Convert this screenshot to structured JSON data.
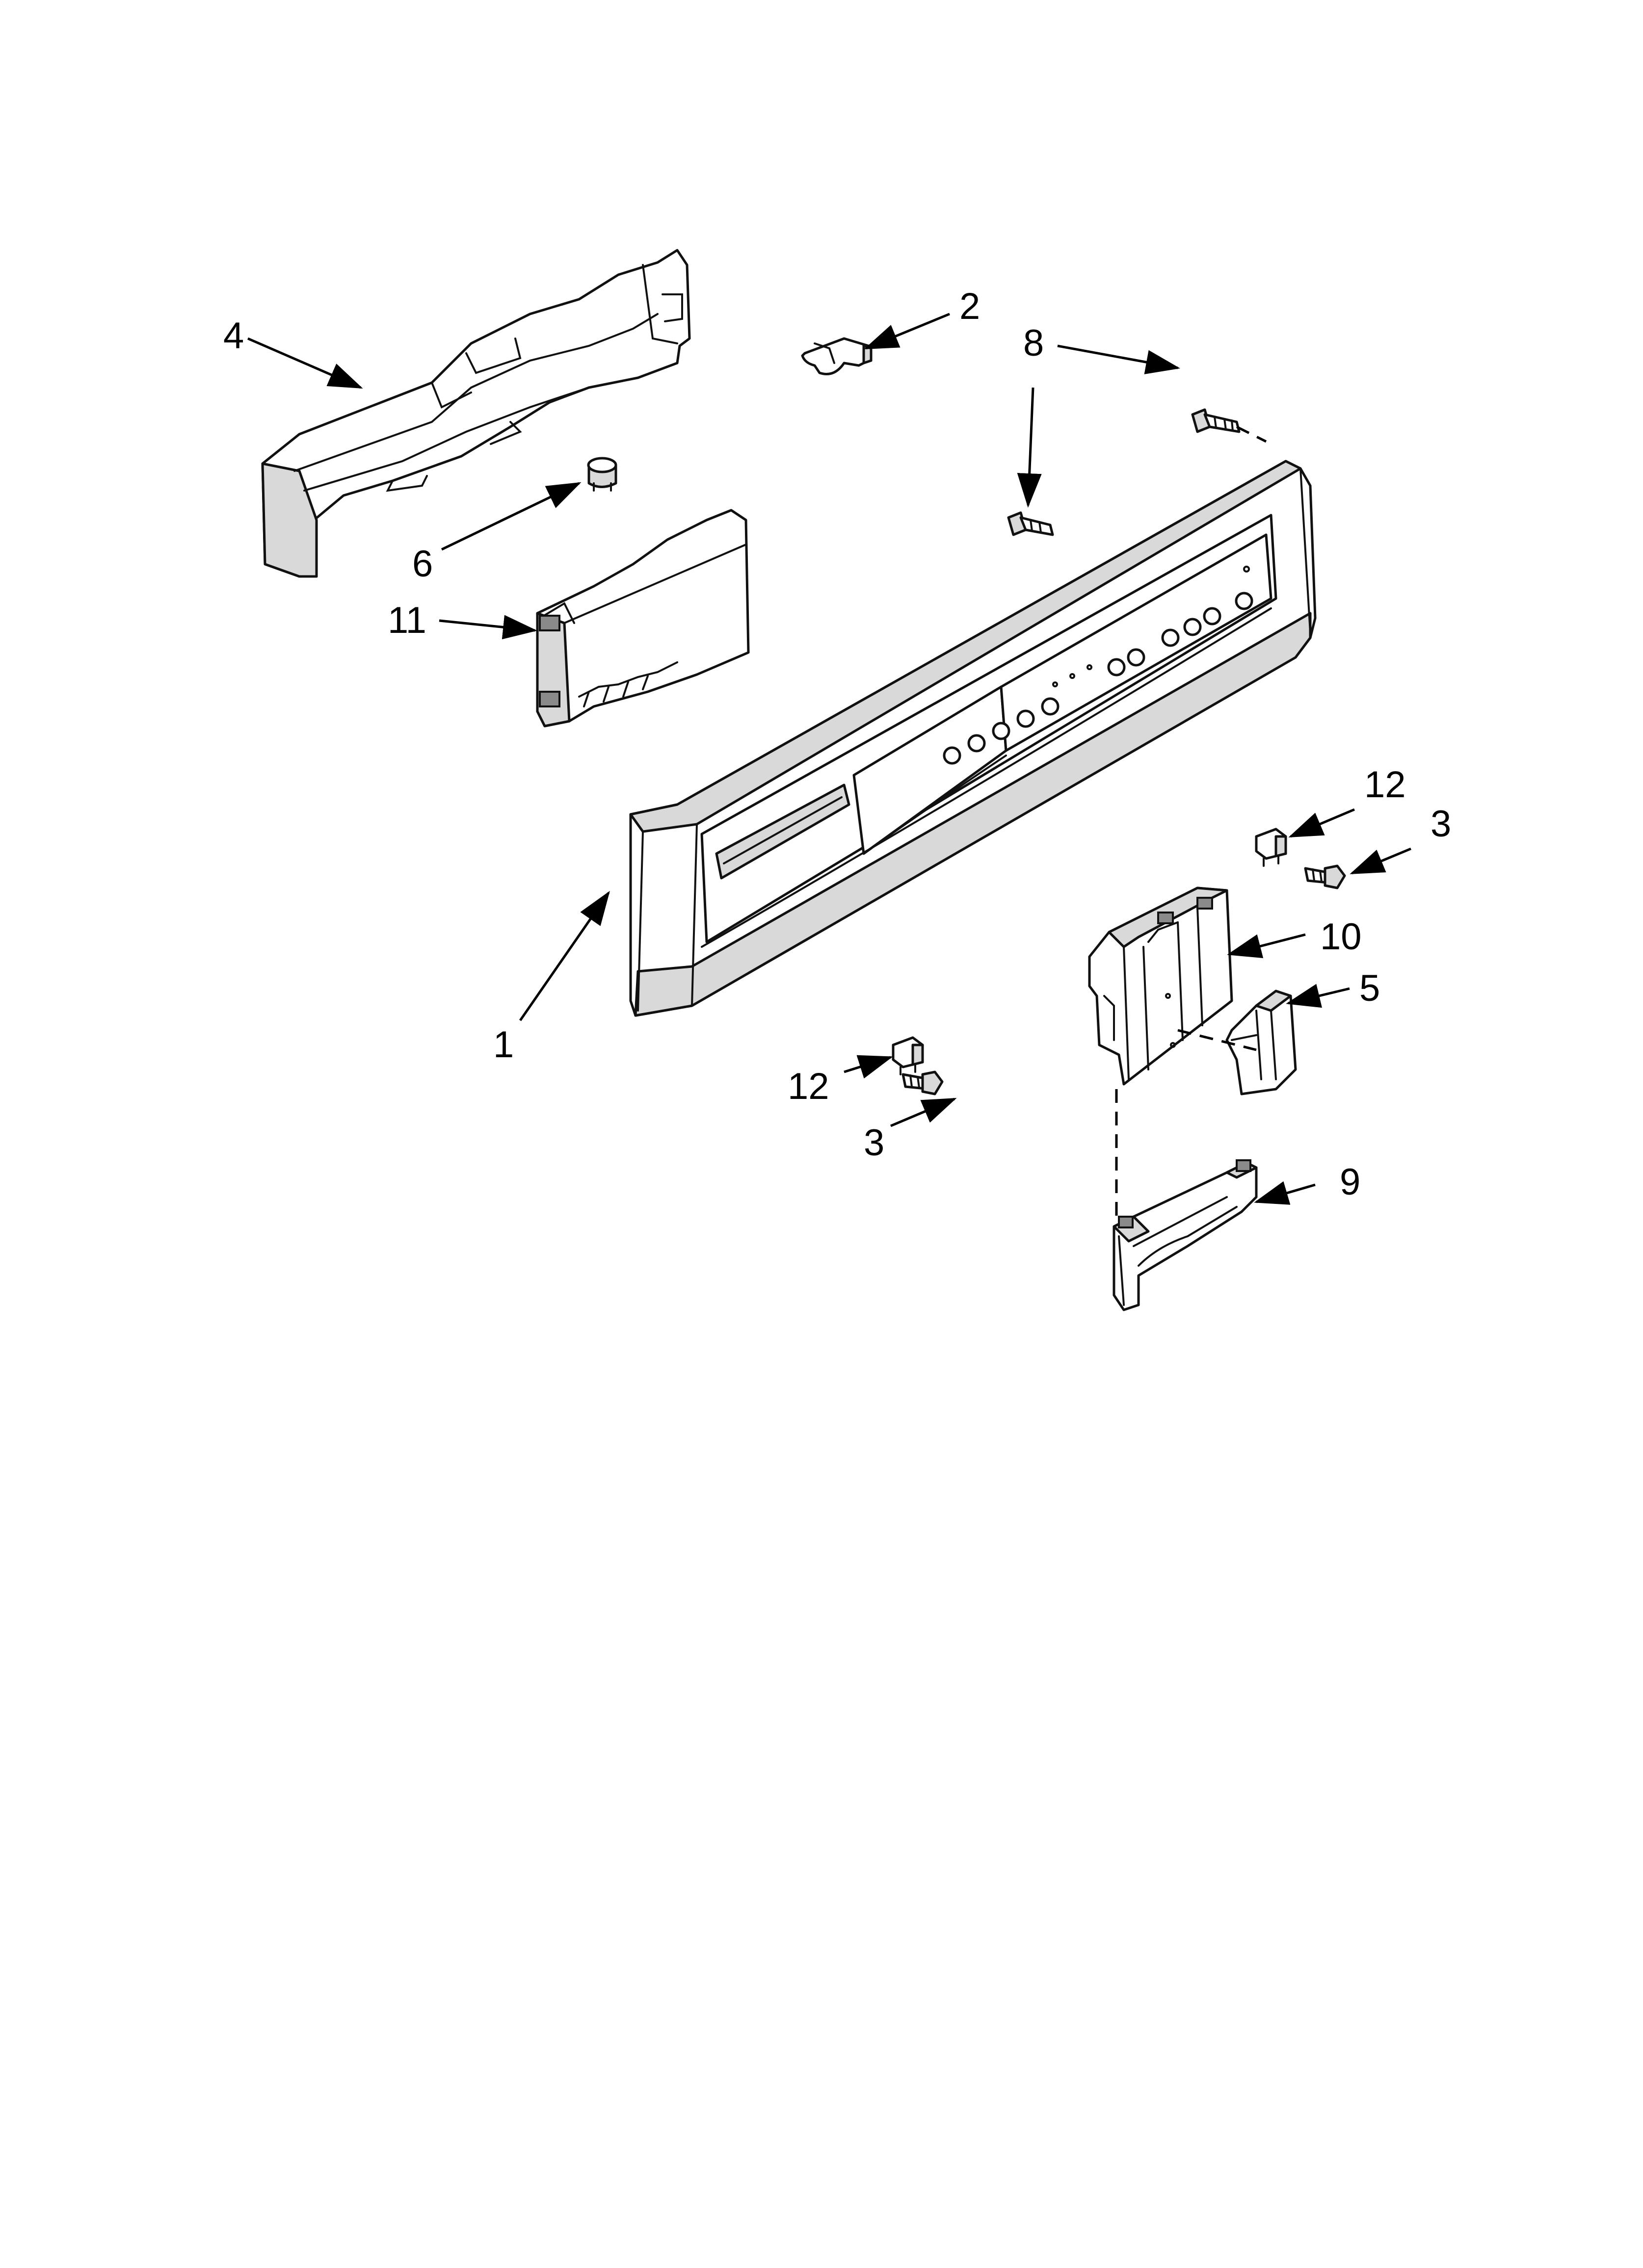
{
  "callouts": [
    {
      "id": "c1",
      "label": "1"
    },
    {
      "id": "c2",
      "label": "2"
    },
    {
      "id": "c3a",
      "label": "3"
    },
    {
      "id": "c3b",
      "label": "3"
    },
    {
      "id": "c4",
      "label": "4"
    },
    {
      "id": "c5",
      "label": "5"
    },
    {
      "id": "c6",
      "label": "6"
    },
    {
      "id": "c8",
      "label": "8"
    },
    {
      "id": "c9",
      "label": "9"
    },
    {
      "id": "c10",
      "label": "10"
    },
    {
      "id": "c11",
      "label": "11"
    },
    {
      "id": "c12a",
      "label": "12"
    },
    {
      "id": "c12b",
      "label": "12"
    }
  ],
  "colors": {
    "line": "#111111",
    "shade": "#d9d9d9",
    "background": "#ffffff"
  }
}
